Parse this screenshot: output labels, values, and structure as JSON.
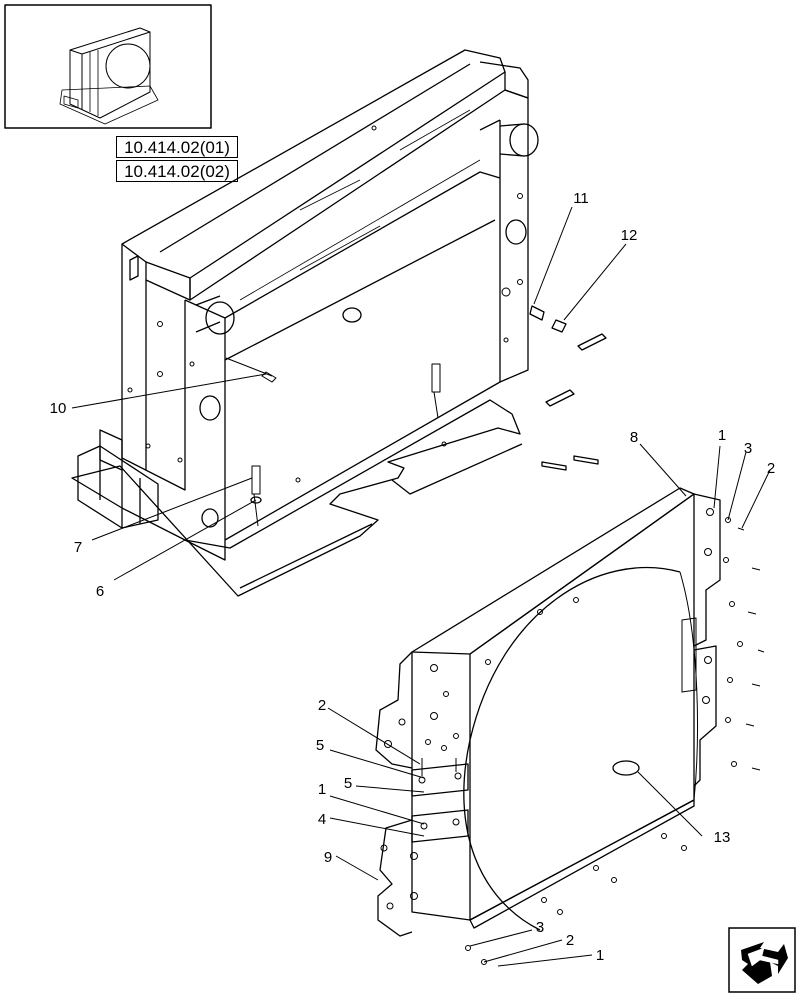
{
  "references": [
    "10.414.02(01)",
    "10.414.02(02)"
  ],
  "callouts": {
    "c11": "11",
    "c12": "12",
    "c10": "10",
    "c8": "8",
    "c1a": "1",
    "c3a": "3",
    "c2a": "2",
    "c7": "7",
    "c6": "6",
    "c2b": "2",
    "c5a": "5",
    "c5b": "5",
    "c1b": "1",
    "c4": "4",
    "c9": "9",
    "c13": "13",
    "c3b": "3",
    "c2c": "2",
    "c1c": "1"
  },
  "icons": {
    "navigation": "next-page-arrow-icon"
  }
}
